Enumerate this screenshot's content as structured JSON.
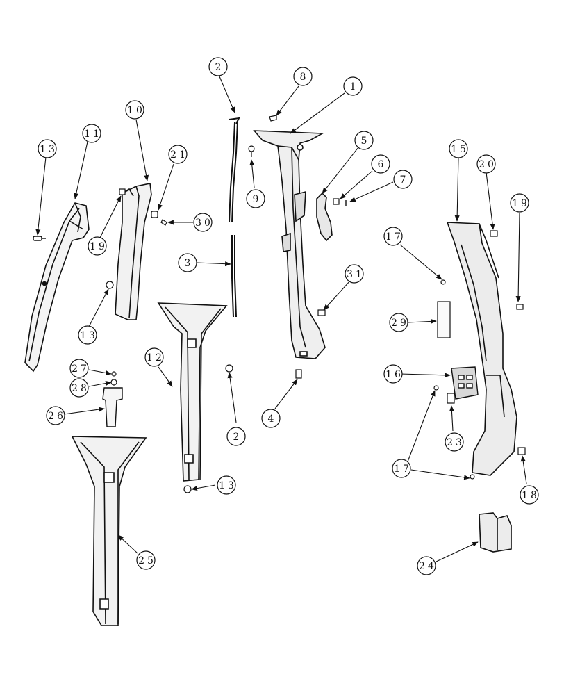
{
  "diagram": {
    "callouts": [
      {
        "id": "c2a",
        "label": "2"
      },
      {
        "id": "c8",
        "label": "8"
      },
      {
        "id": "c1",
        "label": "1"
      },
      {
        "id": "c10",
        "label": "10"
      },
      {
        "id": "c11",
        "label": "11"
      },
      {
        "id": "c13a",
        "label": "13"
      },
      {
        "id": "c21",
        "label": "21"
      },
      {
        "id": "c5",
        "label": "5"
      },
      {
        "id": "c6",
        "label": "6"
      },
      {
        "id": "c7",
        "label": "7"
      },
      {
        "id": "c15",
        "label": "15"
      },
      {
        "id": "c20",
        "label": "20"
      },
      {
        "id": "c19a",
        "label": "19"
      },
      {
        "id": "c9",
        "label": "9"
      },
      {
        "id": "c30",
        "label": "30"
      },
      {
        "id": "c19b",
        "label": "19"
      },
      {
        "id": "c17a",
        "label": "17"
      },
      {
        "id": "c3",
        "label": "3"
      },
      {
        "id": "c31",
        "label": "31"
      },
      {
        "id": "c13b",
        "label": "13"
      },
      {
        "id": "c29",
        "label": "29"
      },
      {
        "id": "c12",
        "label": "12"
      },
      {
        "id": "c27",
        "label": "27"
      },
      {
        "id": "c28",
        "label": "28"
      },
      {
        "id": "c16",
        "label": "16"
      },
      {
        "id": "c26",
        "label": "26"
      },
      {
        "id": "c4",
        "label": "4"
      },
      {
        "id": "c2b",
        "label": "2"
      },
      {
        "id": "c23",
        "label": "23"
      },
      {
        "id": "c17b",
        "label": "17"
      },
      {
        "id": "c13c",
        "label": "13"
      },
      {
        "id": "c18",
        "label": "18"
      },
      {
        "id": "c25",
        "label": "25"
      },
      {
        "id": "c24",
        "label": "24"
      }
    ]
  }
}
